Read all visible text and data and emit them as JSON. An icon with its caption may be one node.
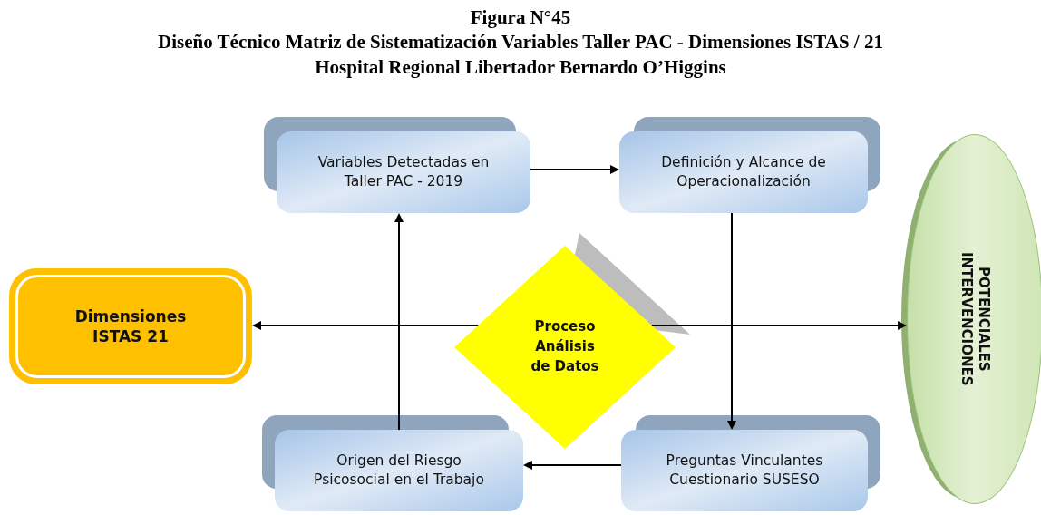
{
  "diagram": {
    "title": "Figura N°45",
    "labels": [
      "Diseño Técnico Matriz de Sistematización Variables Taller PAC - Dimensiones ISTAS / 21",
      "Hospital Regional Libertador Bernardo O’Higgins"
    ],
    "nodes": [
      {
        "text": [
          "Variables Detectadas en Taller PAC - 2019"
        ]
      },
      {
        "text": [
          "Definición y Alcance de Operacionalización"
        ]
      },
      {
        "text": [
          "Proceso Análisis de Datos"
        ]
      },
      {
        "text": [
          "Dimensiones ISTAS 21"
        ]
      },
      {
        "text": [
          "POTENCIALES INTERVENCIONES"
        ]
      },
      {
        "text": [
          "Origen del Riesgo Psicosocial en el Trabajo"
        ]
      },
      {
        "text": [
          "Preguntas Vinculantes Cuestionario SUSESO"
        ]
      }
    ],
    "edges": [
      {
        "from": 0,
        "to": 1,
        "arrow": "to"
      },
      {
        "from": 1,
        "to": 6,
        "arrow": "to"
      },
      {
        "from": 6,
        "to": 5,
        "arrow": "to"
      },
      {
        "from": 5,
        "to": 0,
        "arrow": "to"
      },
      {
        "from": 2,
        "to": 3,
        "arrow": "to"
      },
      {
        "from": 2,
        "to": 4,
        "arrow": "to"
      }
    ]
  }
}
